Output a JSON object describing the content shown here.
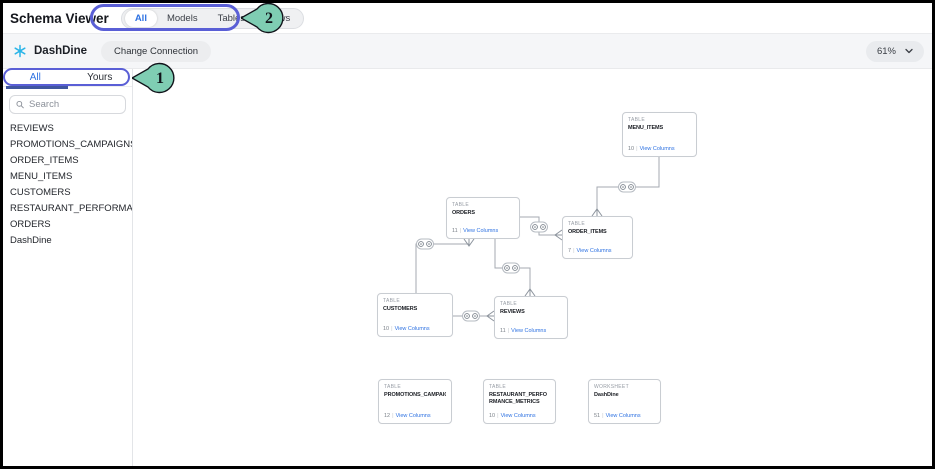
{
  "header": {
    "title": "Schema Viewer",
    "view_tabs": [
      {
        "label": "All"
      },
      {
        "label": "Models"
      },
      {
        "label": "Tables"
      },
      {
        "label": "Views"
      }
    ]
  },
  "connection_bar": {
    "app_name": "DashDine",
    "change_connection_label": "Change Connection",
    "zoom_level": "61%"
  },
  "annotations": {
    "callout_1": "1",
    "callout_2": "2"
  },
  "sidebar": {
    "tabs": [
      {
        "label": "All"
      },
      {
        "label": "Yours"
      }
    ],
    "search_placeholder": "Search",
    "items": [
      "REVIEWS",
      "PROMOTIONS_CAMPAIGNS",
      "ORDER_ITEMS",
      "MENU_ITEMS",
      "CUSTOMERS",
      "RESTAURANT_PERFORMANCE_METRICS",
      "ORDERS",
      "DashDine"
    ]
  },
  "diagram": {
    "divider": "|",
    "view_columns_label": "View Columns",
    "tables": [
      {
        "kind": "TABLE",
        "name": "MENU_ITEMS",
        "columns": "10"
      },
      {
        "kind": "TABLE",
        "name": "ORDERS",
        "columns": "11"
      },
      {
        "kind": "TABLE",
        "name": "ORDER_ITEMS",
        "columns": "7"
      },
      {
        "kind": "TABLE",
        "name": "CUSTOMERS",
        "columns": "10"
      },
      {
        "kind": "TABLE",
        "name": "REVIEWS",
        "columns": "11"
      },
      {
        "kind": "TABLE",
        "name": "PROMOTIONS_CAMPAIGNS",
        "columns": "12"
      },
      {
        "kind": "TABLE",
        "name": "RESTAURANT_PERFORMANCE_METRICS",
        "columns": "10"
      },
      {
        "kind": "WORKSHEET",
        "name": "DashDine",
        "columns": "51"
      }
    ]
  },
  "colors": {
    "accent_blue": "#2e72e2",
    "snowflake_blue": "#2bb5e8",
    "annotation_purple": "#5a5fd6",
    "callout_teal": "#7fcdb3",
    "tab_underline_navy": "#40569f"
  }
}
